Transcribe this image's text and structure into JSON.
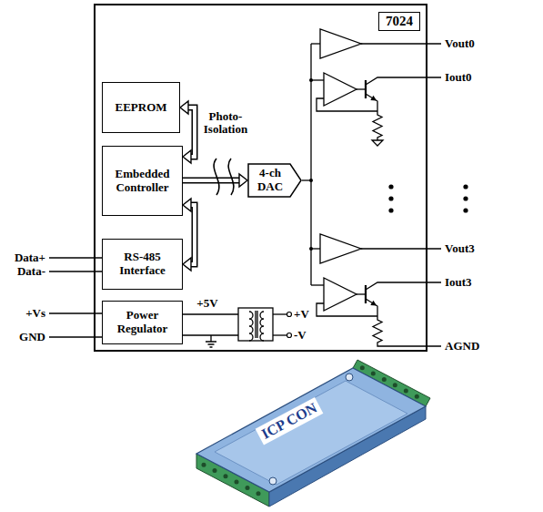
{
  "diagram": {
    "nodes": [
      {
        "text": [
          "7024"
        ]
      },
      {
        "text": [
          "EEPROM"
        ],
        "in": 0
      },
      {
        "text": [
          "Embedded Controller"
        ],
        "in": 0
      },
      {
        "text": [
          "RS-485 Interface"
        ],
        "in": 0
      },
      {
        "text": [
          "Power Regulator"
        ],
        "in": 0
      },
      {
        "text": [
          "4-ch DAC"
        ],
        "in": 0
      }
    ],
    "edges": [
      {
        "from": 1,
        "to": 2,
        "arrow": "both"
      },
      {
        "from": 2,
        "to": 3,
        "arrow": "both"
      },
      {
        "from": 2,
        "to": 5,
        "arrow": "to"
      }
    ],
    "labels": [
      "Photo-Isolation",
      "Data+",
      "Data-",
      "+Vs",
      "GND",
      "+5V",
      "+V",
      "-V",
      "Vout0",
      "Iout0",
      "Vout3",
      "Iout3",
      "AGND",
      "ICP CON"
    ]
  }
}
